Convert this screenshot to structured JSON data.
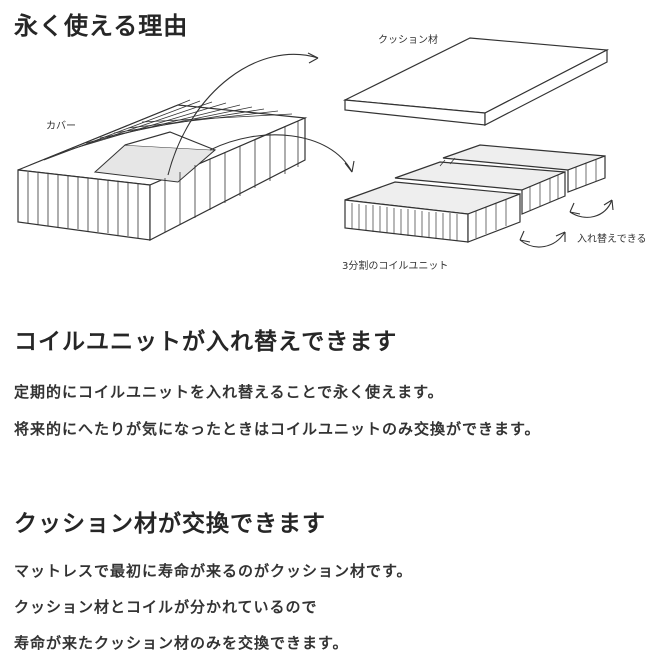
{
  "header": {
    "title": "永く使える理由"
  },
  "illustration": {
    "label_cover": "カバー",
    "label_cushion": "クッション材",
    "label_coil": "3分割のコイルユニット",
    "label_swap": "入れ替えできる"
  },
  "section1": {
    "heading": "コイルユニットが入れ替えできます",
    "lines": [
      "定期的にコイルユニットを入れ替えることで永く使えます。",
      "将来的にへたりが気になったときはコイルユニットのみ交換ができます。"
    ]
  },
  "section2": {
    "heading": "クッション材が交換できます",
    "lines": [
      "マットレスで最初に寿命が来るのがクッション材です。",
      "クッション材とコイルが分かれているので",
      "寿命が来たクッション材のみを交換できます。"
    ]
  }
}
